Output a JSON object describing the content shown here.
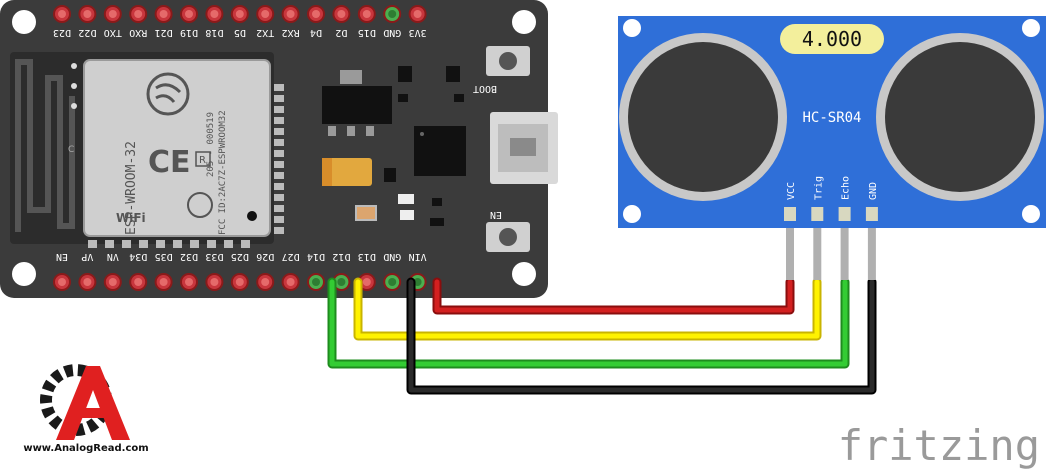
{
  "board": {
    "top_pins": [
      "D23",
      "D22",
      "TXO",
      "RXO",
      "D21",
      "D19",
      "D18",
      "D5",
      "TX2",
      "RX2",
      "D4",
      "D2",
      "D15",
      "GND",
      "3V3"
    ],
    "bottom_pins": [
      "EN",
      "VP",
      "VN",
      "D34",
      "D35",
      "D32",
      "D33",
      "D25",
      "D26",
      "D27",
      "D14",
      "D12",
      "D13",
      "GND",
      "VIN"
    ],
    "boot_label": "BOOT",
    "en_label": "EN",
    "module_labels": [
      "ESP-WROOM-32",
      "205 - 000519",
      "FCC ID:2AC7Z-ESPWROOM32",
      "R",
      "CE",
      "WiFi",
      "C"
    ]
  },
  "sensor": {
    "display": "4.000",
    "model": "HC-SR04",
    "pins": [
      "VCC",
      "Trig",
      "Echo",
      "GND"
    ]
  },
  "watermark": {
    "brand_url": "www.AnalogRead.com",
    "fritzing": "fritzing"
  },
  "colors": {
    "board": "#3a3a3a",
    "pcb_pin": "#c8363d",
    "pin_green": "#4caf50",
    "sensor": "#2e6bd6",
    "wire_red": "#c81e1e",
    "wire_yellow": "#ffe600",
    "wire_green": "#2ebd2e",
    "wire_black": "#222222"
  }
}
